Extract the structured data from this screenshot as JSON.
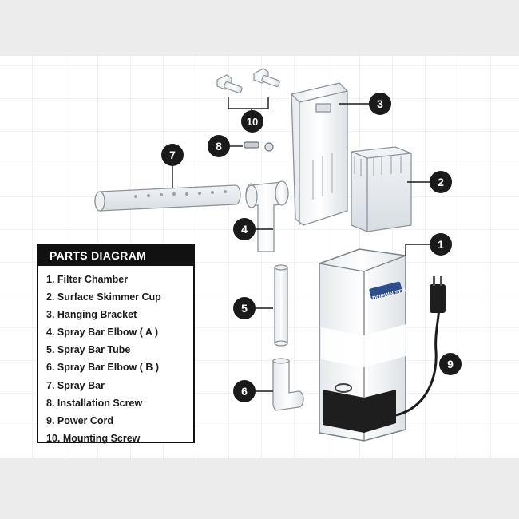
{
  "legend": {
    "title": "PARTS DIAGRAM",
    "items": [
      "1. Filter Chamber",
      "2. Surface Skimmer Cup",
      "3. Hanging Bracket",
      "4. Spray Bar Elbow ( A )",
      "5. Spray Bar Tube",
      "6. Spray Bar Elbow ( B )",
      "7. Spray Bar",
      "8. Installation Screw",
      "9. Power Cord",
      "10. Mounting Screw"
    ]
  },
  "callouts": {
    "c1": "1",
    "c2": "2",
    "c3": "3",
    "c4": "4",
    "c5": "5",
    "c6": "6",
    "c7": "7",
    "c8": "8",
    "c9": "9",
    "c10": "10"
  },
  "chamber_label": "DOPHIN SEA",
  "colors": {
    "callout_fill": "#1a1a1a",
    "legend_header": "#111111",
    "parts_stroke": "#9aa0a6"
  }
}
